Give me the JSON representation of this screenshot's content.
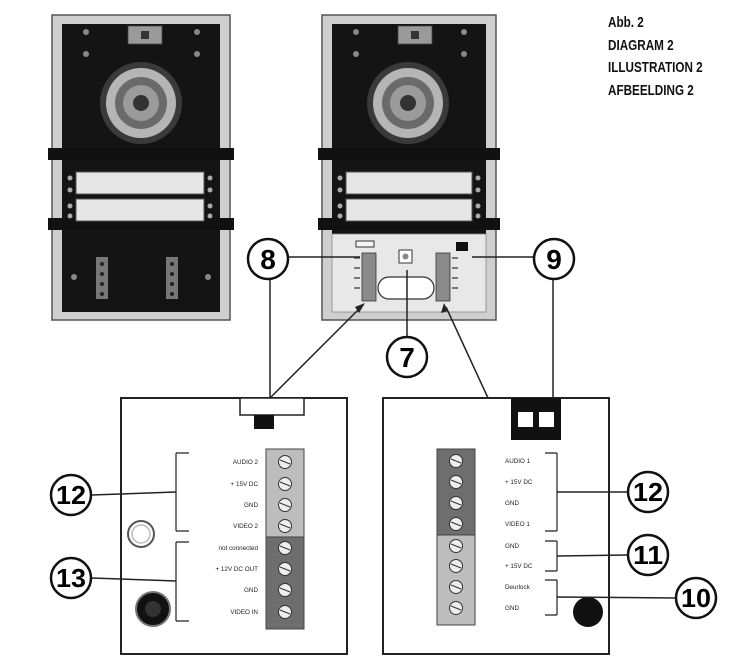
{
  "caption": {
    "lines": [
      "Abb. 2",
      "DIAGRAM 2",
      "ILLUSTRATION 2",
      "AFBEELDING 2"
    ]
  },
  "callouts": {
    "n7": "7",
    "n8": "8",
    "n9": "9",
    "n10": "10",
    "n11": "11",
    "n12_left": "12",
    "n12_right": "12",
    "n13": "13"
  },
  "left_terminal": {
    "labels": [
      "AUDIO 2",
      "+ 15V DC",
      "GND",
      "VIDEO 2",
      "not connected",
      "+ 12V DC OUT",
      "GND",
      "VIDEO IN"
    ]
  },
  "right_terminal": {
    "labels": [
      "AUDIO 1",
      "+ 15V DC",
      "GND",
      "VIDEO 1",
      "GND",
      "+ 15V DC",
      "Deurlock",
      "GND"
    ]
  },
  "colors": {
    "terminal_light": "#bdbdbd",
    "terminal_dark": "#6e6e6e",
    "panel_black": "#111111",
    "outline": "#222222"
  }
}
